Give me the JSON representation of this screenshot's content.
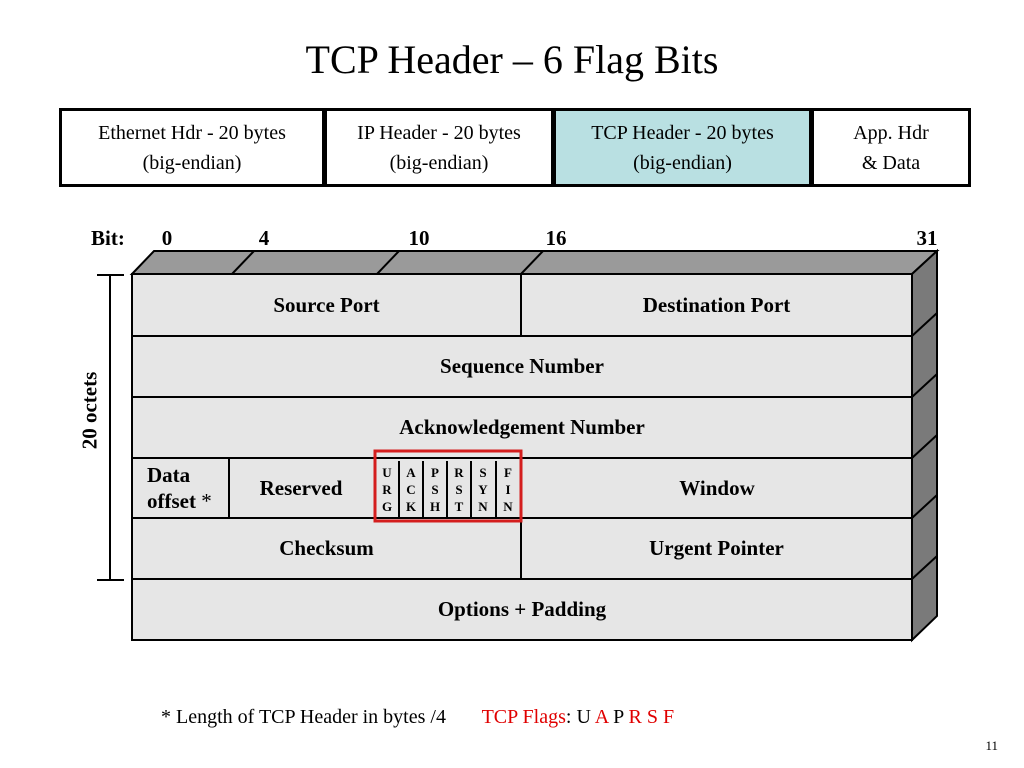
{
  "title": "TCP Header – 6 Flag Bits",
  "stack": [
    {
      "line1": "Ethernet Hdr - 20 bytes",
      "line2": "(big-endian)",
      "highlight": false
    },
    {
      "line1": "IP Header - 20 bytes",
      "line2": "(big-endian)",
      "highlight": false
    },
    {
      "line1": "TCP Header - 20 bytes",
      "line2": "(big-endian)",
      "highlight": true
    },
    {
      "line1": "App. Hdr",
      "line2": "& Data",
      "highlight": false
    }
  ],
  "diagram": {
    "bit_prefix": "Bit:",
    "bit_ticks": [
      "0",
      "4",
      "10",
      "16",
      "31"
    ],
    "side_label": "20 octets",
    "fields": {
      "source_port": "Source Port",
      "destination_port": "Destination Port",
      "sequence_number": "Sequence Number",
      "ack_number": "Acknowledgement Number",
      "data_offset_line1": "Data",
      "data_offset_line2": "offset",
      "data_offset_marker": "*",
      "reserved": "Reserved",
      "window": "Window",
      "checksum": "Checksum",
      "urgent_pointer": "Urgent Pointer",
      "options": "Options + Padding"
    },
    "flags": [
      {
        "letters": [
          "U",
          "R",
          "G"
        ]
      },
      {
        "letters": [
          "A",
          "C",
          "K"
        ]
      },
      {
        "letters": [
          "P",
          "S",
          "H"
        ]
      },
      {
        "letters": [
          "R",
          "S",
          "T"
        ]
      },
      {
        "letters": [
          "S",
          "Y",
          "N"
        ]
      },
      {
        "letters": [
          "F",
          "I",
          "N"
        ]
      }
    ],
    "flag_highlight_color": "#d41e1e"
  },
  "footer": {
    "note": "* Length of TCP Header in bytes /4",
    "flags_label": "TCP Flags",
    "flags_sep": ":",
    "flag_u": "U",
    "flag_a": "A",
    "flag_p": "P",
    "flag_r": "R",
    "flag_s": "S",
    "flag_f": "F"
  },
  "page_number": "11"
}
